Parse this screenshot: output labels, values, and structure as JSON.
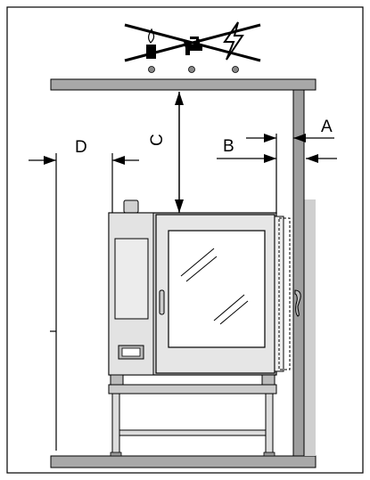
{
  "diagram": {
    "labels": {
      "a": "A",
      "b": "B",
      "c": "C",
      "d": "D"
    },
    "icons": [
      "no-gas-icon",
      "no-water-icon",
      "no-electricity-icon"
    ],
    "colors": {
      "line": "#000000",
      "shelf": "#a8a8a8",
      "wall": "#9e9e9e",
      "wall_light": "#cfcfcf",
      "oven_body": "#d9d9d9",
      "oven_panel": "#e3e3e3",
      "oven_door": "#e6e6e6",
      "stand": "#cccccc"
    }
  }
}
